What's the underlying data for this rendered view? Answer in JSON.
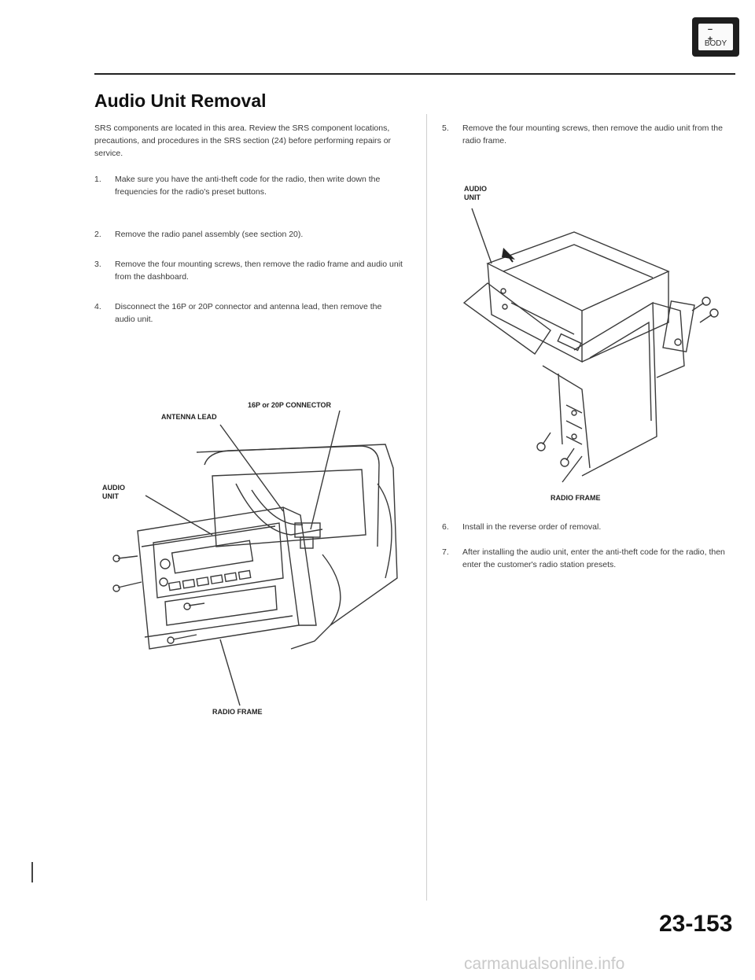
{
  "badge": {
    "signs": "− +",
    "label": "BODY"
  },
  "title": "Audio Unit Removal",
  "intro": "SRS components are located in this area. Review the SRS component locations, precautions, and procedures in the SRS section (24) before performing repairs or service.",
  "steps_left": [
    {
      "num": "1.",
      "text": "Make sure you have the anti-theft code for the radio, then write down the frequencies for the radio's preset buttons."
    },
    {
      "num": "2.",
      "text": "Remove the radio panel assembly (see section 20)."
    },
    {
      "num": "3.",
      "text": "Remove the four mounting screws, then remove the radio frame and audio unit from the dashboard."
    },
    {
      "num": "4.",
      "text": "Disconnect the 16P or 20P connector and antenna lead, then remove the audio unit."
    }
  ],
  "steps_right": [
    {
      "num": "5.",
      "text": "Remove the four mounting screws, then remove the audio unit from the radio frame."
    },
    {
      "num": "6.",
      "text": "Install in the reverse order of removal."
    },
    {
      "num": "7.",
      "text": "After installing the audio unit, enter the anti-theft code for the radio, then enter the customer's radio station presets."
    }
  ],
  "figure_left": {
    "connector_label": "16P or 20P CONNECTOR",
    "antenna_label": "ANTENNA LEAD",
    "audio_label_1": "AUDIO",
    "audio_label_2": "UNIT",
    "frame_label": "RADIO FRAME"
  },
  "figure_right": {
    "audio_label_1": "AUDIO",
    "audio_label_2": "UNIT",
    "frame_label": "RADIO FRAME"
  },
  "page_number": "23-153",
  "watermark": "carmanualsonline.info"
}
